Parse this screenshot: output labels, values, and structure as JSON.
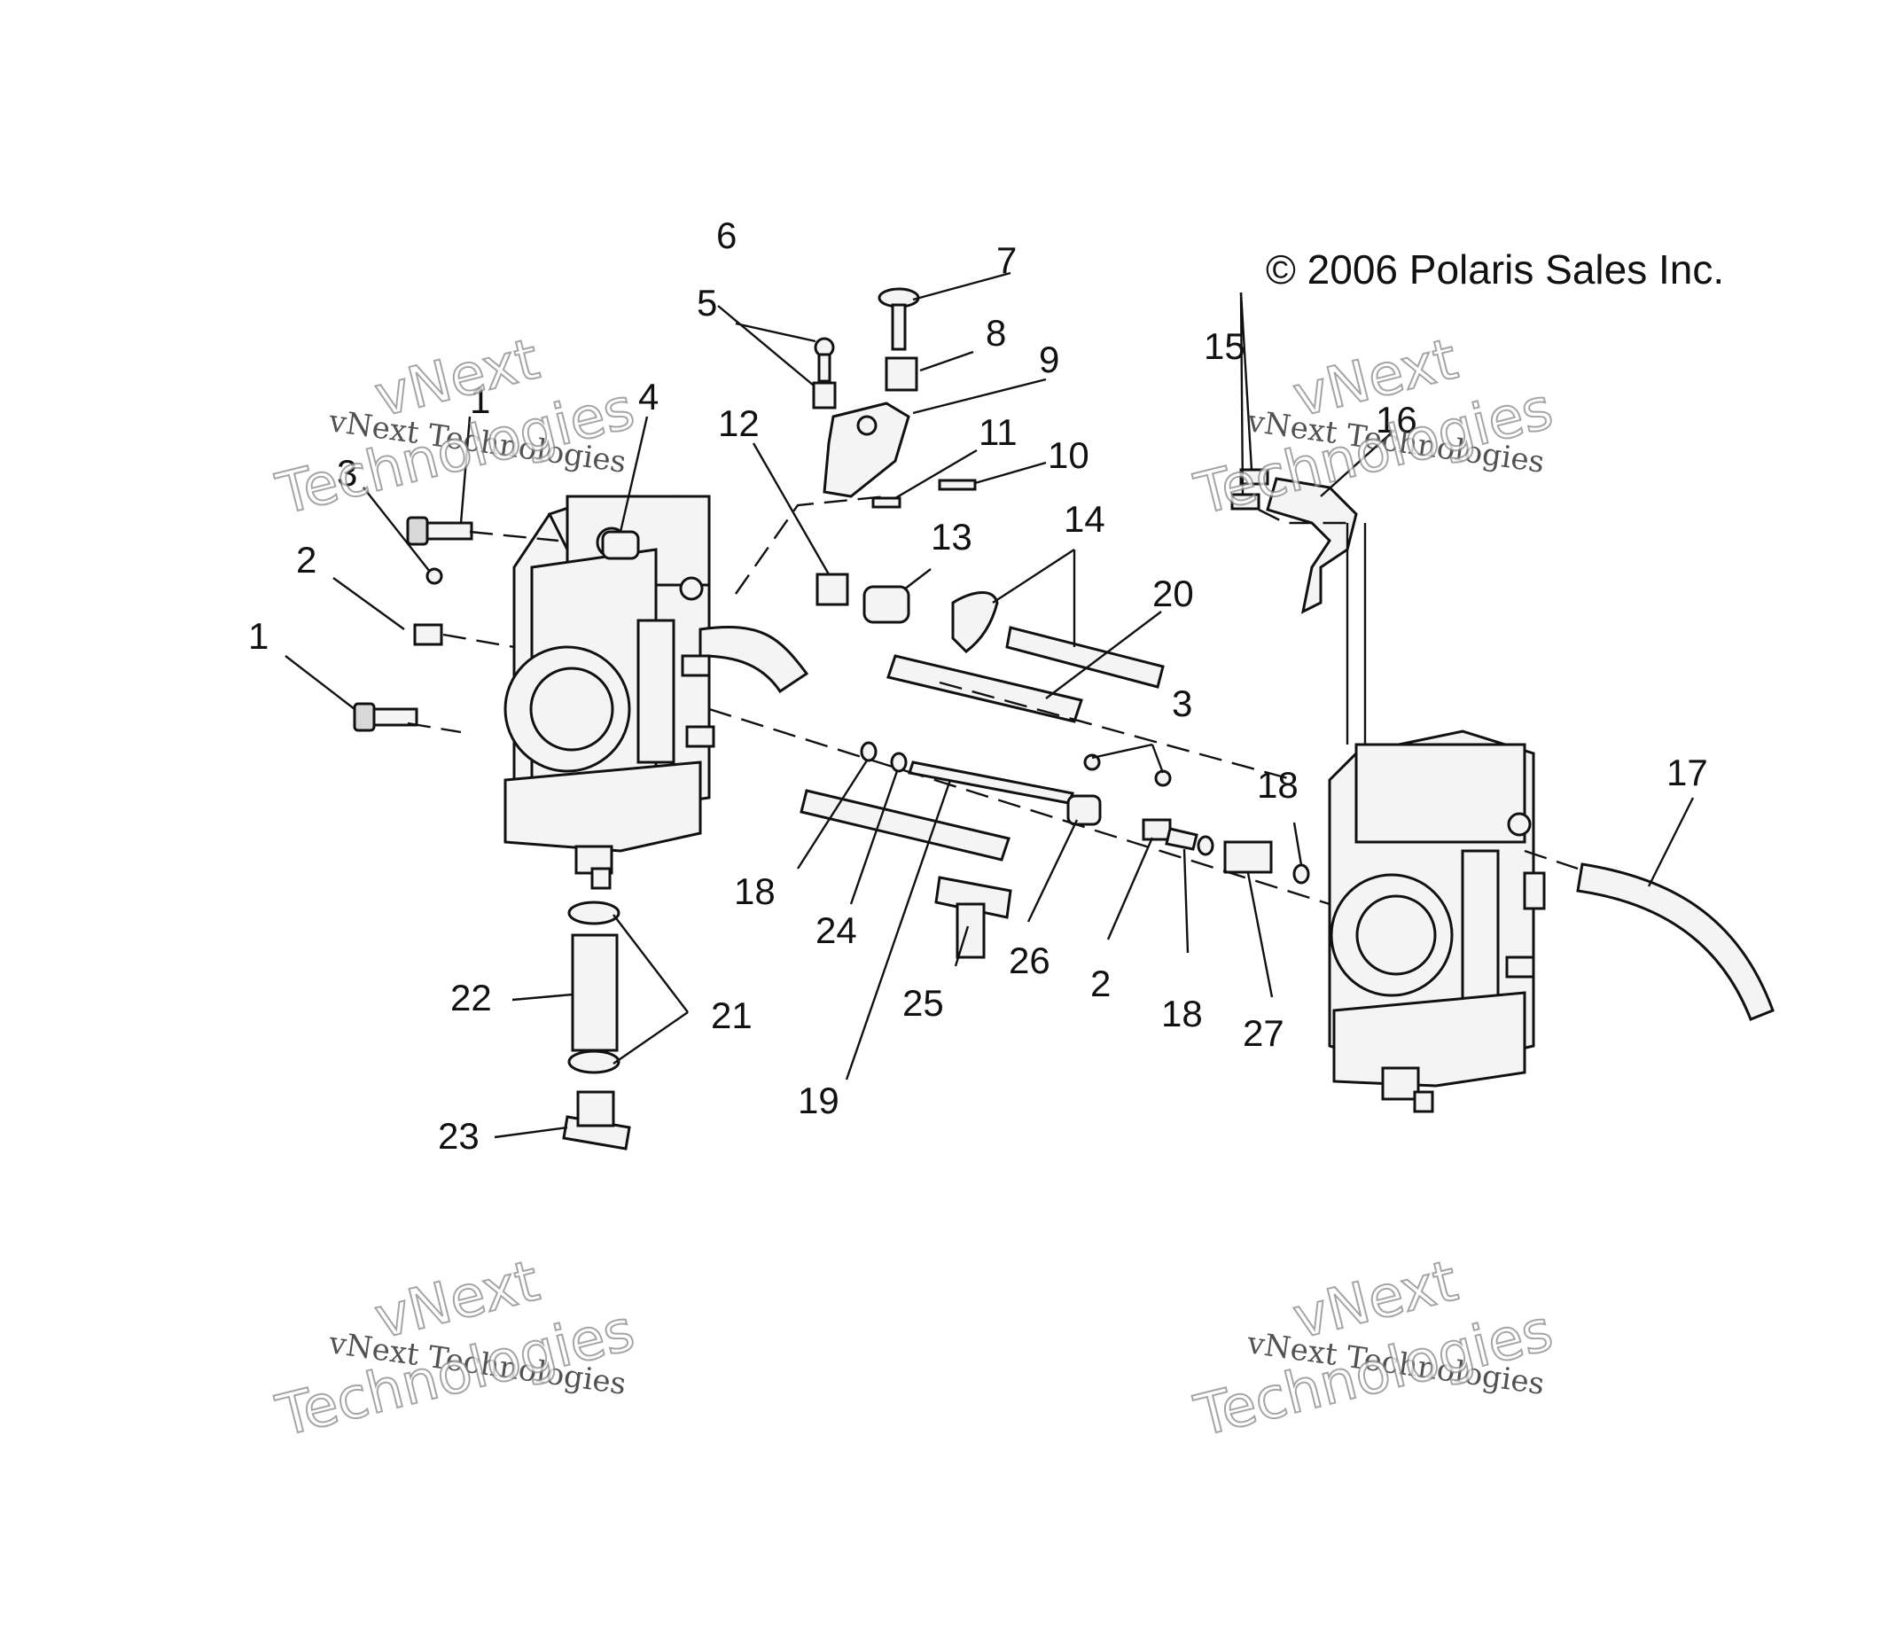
{
  "copyright": "© 2006 Polaris Sales Inc.",
  "watermark": {
    "line1": "vNext",
    "line2": "vNext Technologies",
    "line3": "Technologies"
  },
  "callouts": {
    "c1a": "1",
    "c1b": "1",
    "c2a": "2",
    "c2b": "2",
    "c3a": "3",
    "c3b": "3",
    "c4": "4",
    "c5": "5",
    "c6": "6",
    "c7": "7",
    "c8": "8",
    "c9": "9",
    "c10": "10",
    "c11": "11",
    "c12": "12",
    "c13": "13",
    "c14": "14",
    "c15": "15",
    "c16": "16",
    "c17": "17",
    "c18a": "18",
    "c18b": "18",
    "c18c": "18",
    "c19": "19",
    "c20": "20",
    "c21": "21",
    "c22": "22",
    "c23": "23",
    "c24": "24",
    "c25": "25",
    "c26": "26",
    "c27": "27"
  }
}
